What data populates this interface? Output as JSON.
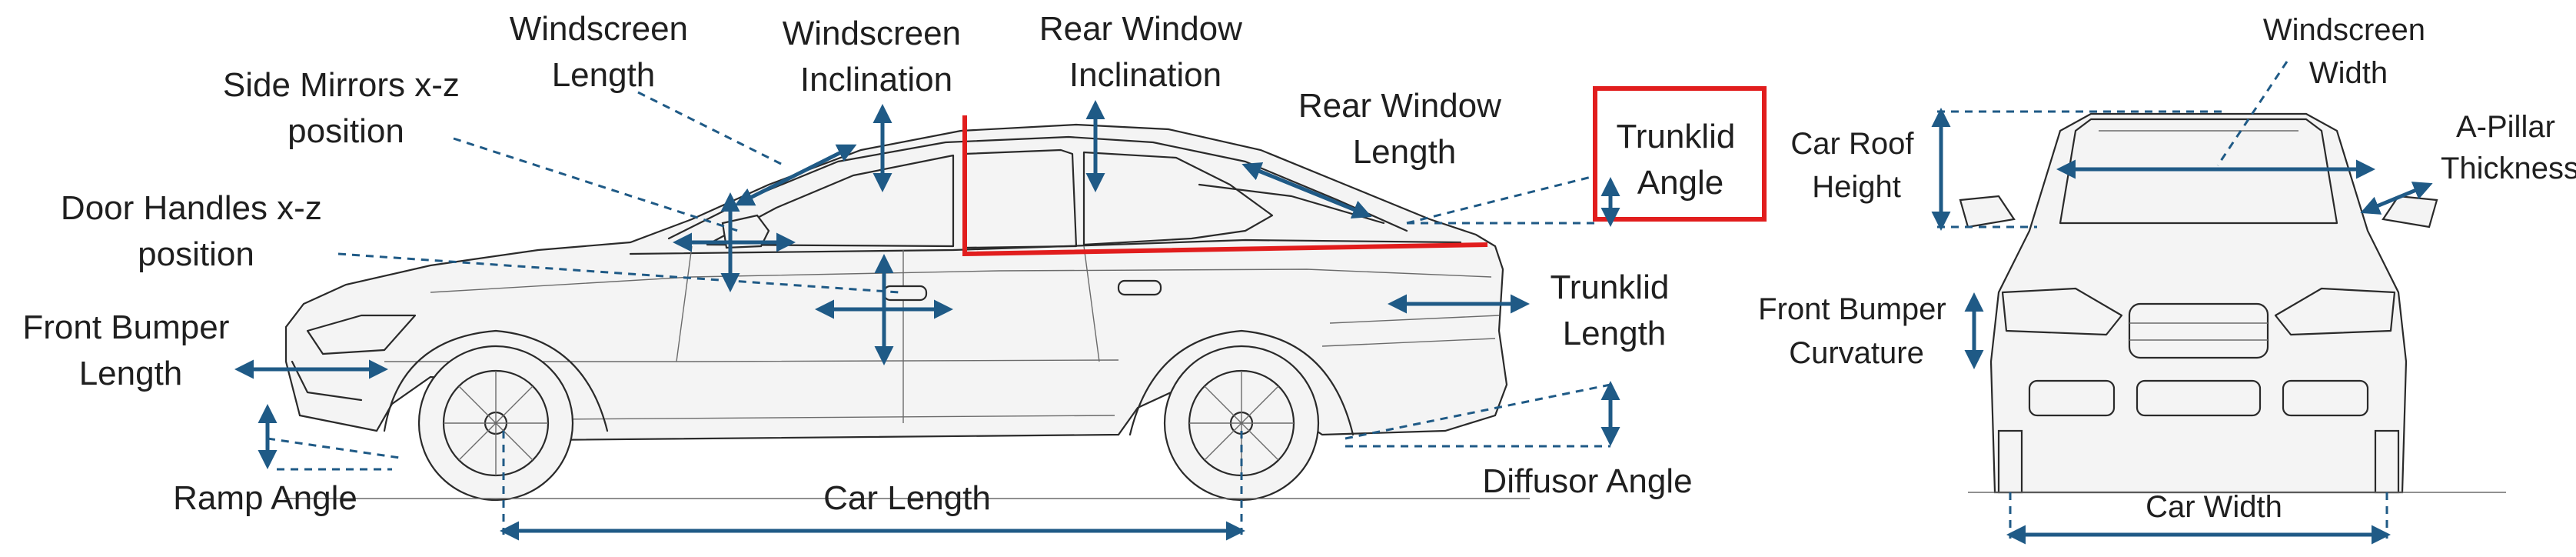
{
  "labels": {
    "windscreen_length": [
      "Windscreen",
      "Length"
    ],
    "windscreen_inclination": [
      "Windscreen",
      "Inclination"
    ],
    "rear_window_inclination": [
      "Rear Window",
      "Inclination"
    ],
    "rear_window_length": [
      "Rear Window",
      "Length"
    ],
    "trunklid_angle": [
      "Trunklid",
      "Angle"
    ],
    "side_mirrors": [
      "Side Mirrors x-z",
      "position"
    ],
    "door_handles": [
      "Door Handles x-z",
      "position"
    ],
    "front_bumper_length": [
      "Front Bumper",
      "Length"
    ],
    "trunklid_length": [
      "Trunklid",
      "Length"
    ],
    "ramp_angle": "Ramp Angle",
    "car_length": "Car Length",
    "diffusor_angle": "Diffusor Angle",
    "windscreen_width": [
      "Windscreen",
      "Width"
    ],
    "a_pillar_thickness": [
      "A-Pillar",
      "Thickness"
    ],
    "car_roof_height": [
      "Car Roof",
      "Height"
    ],
    "front_bumper_curvature": [
      "Front Bumper",
      "Curvature"
    ],
    "car_width": "Car Width"
  },
  "colors": {
    "annotation": "#1f5a86",
    "highlight": "#e11d1d",
    "car_lines": "#2a2a2a"
  }
}
